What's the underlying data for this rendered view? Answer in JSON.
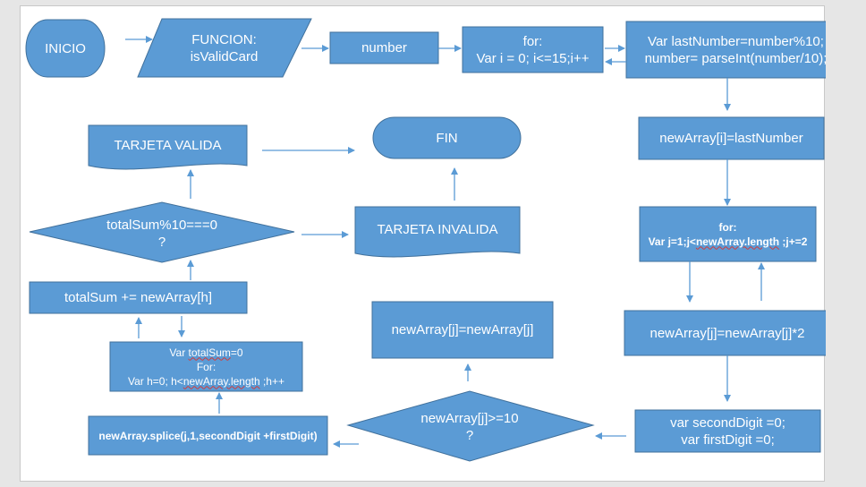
{
  "colors": {
    "shape_fill": "#5b9bd5",
    "shape_stroke": "#41719c",
    "arrow": "#5b9bd5",
    "text": "#ffffff"
  },
  "nodes": {
    "inicio": {
      "text": "INICIO"
    },
    "funcion": {
      "line1": "FUNCION:",
      "line2": "isValidCard"
    },
    "number": {
      "text": "number"
    },
    "for_i": {
      "line1": "for:",
      "line2": "Var i = 0; i<=15;i++"
    },
    "last_number": {
      "line1": "Var lastNumber=number%10;",
      "line2": "number= parseInt(number/10);"
    },
    "new_array_i": {
      "text": "newArray[i]=lastNumber"
    },
    "for_j": {
      "line1": "for:",
      "line2_a": "Var j=1;j<",
      "line2_b": "newArray.length",
      "line2_c": " ;j+=2"
    },
    "double_j": {
      "text": "newArray[j]=newArray[j]*2"
    },
    "digits": {
      "line1": "var secondDigit =0;",
      "line2": "var firstDigit =0;"
    },
    "decision_ge10": {
      "line1": "newArray[j]>=10",
      "line2": "?"
    },
    "assign_j": {
      "text": "newArray[j]=newArray[j]"
    },
    "splice": {
      "text": "newArray.splice(j,1,secondDigit +firstDigit)"
    },
    "total_init": {
      "line1_a": "Var ",
      "line1_b": "totalSum",
      "line1_c": "=0",
      "line2": "For:",
      "line3_a": "Var h=0; h<",
      "line3_b": "newArray.length",
      "line3_c": " ;h++"
    },
    "total_sum": {
      "text": "totalSum += newArray[h]"
    },
    "decision_mod": {
      "line1": "totalSum%10===0",
      "line2": "?"
    },
    "valid": {
      "text": "TARJETA VALIDA"
    },
    "invalid": {
      "text": "TARJETA INVALIDA"
    },
    "fin": {
      "text": "FIN"
    }
  }
}
